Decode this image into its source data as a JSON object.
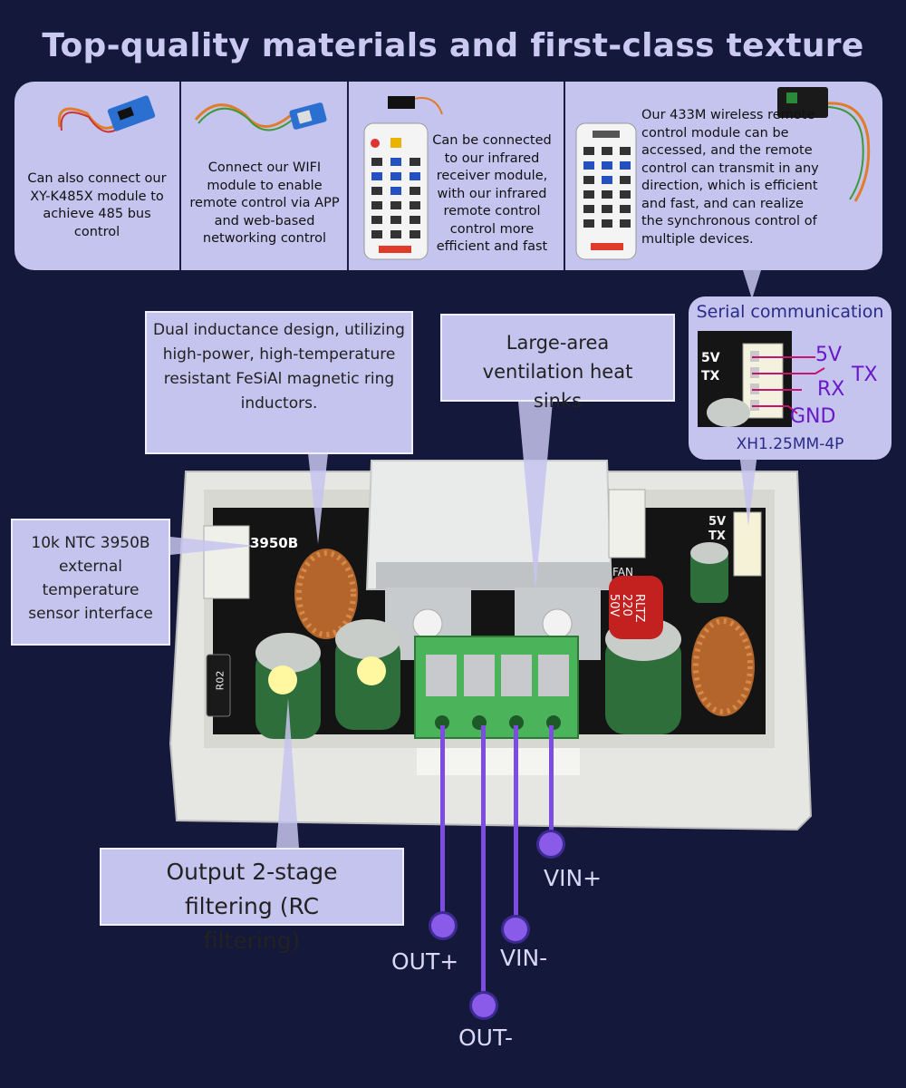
{
  "title": "Top-quality materials and first-class texture",
  "features": [
    {
      "text": "Can also connect our XY-K485X module to achieve 485 bus control"
    },
    {
      "text": "Connect our WIFI module to enable remote control via APP and web-based networking control"
    },
    {
      "text": "Can be connected to our infrared receiver module, with our infrared remote control control more efficient and fast"
    },
    {
      "text": "Our 433M wireless remote control module can be accessed, and the remote control can transmit in any direction, which is efficient and fast, and can realize the synchronous control of multiple devices."
    }
  ],
  "callouts": {
    "inductor": "Dual inductance design, utilizing high-power, high-temperature resistant FeSiAl magnetic ring inductors.",
    "heatsink": "Large-area ventilation heat sinks",
    "ntc": "10k NTC 3950B external temperature sensor interface",
    "filter": "Output 2-stage filtering (RC filtering)"
  },
  "serial": {
    "title": "Serial communication",
    "pins": [
      "5V",
      "TX",
      "RX",
      "GND"
    ],
    "pin_labels_left": [
      "5V",
      "TX"
    ],
    "connector": "XH1.25MM-4P"
  },
  "board_text": {
    "ntc_silk": "3950B",
    "fan_silk": "FAN",
    "pin_5v": "5V",
    "pin_tx": "TX",
    "resistor": "R02",
    "cap_brand": "RLTZ",
    "cap_value": "220",
    "cap_voltage": "50V"
  },
  "terminals": {
    "out_plus": "OUT+",
    "out_minus": "OUT-",
    "vin_minus": "VIN-",
    "vin_plus": "VIN+"
  },
  "colors": {
    "background": "#14183a",
    "panel": "#c5c4ee",
    "accent": "#7d4ce0",
    "pin_line": "#c8146e"
  }
}
